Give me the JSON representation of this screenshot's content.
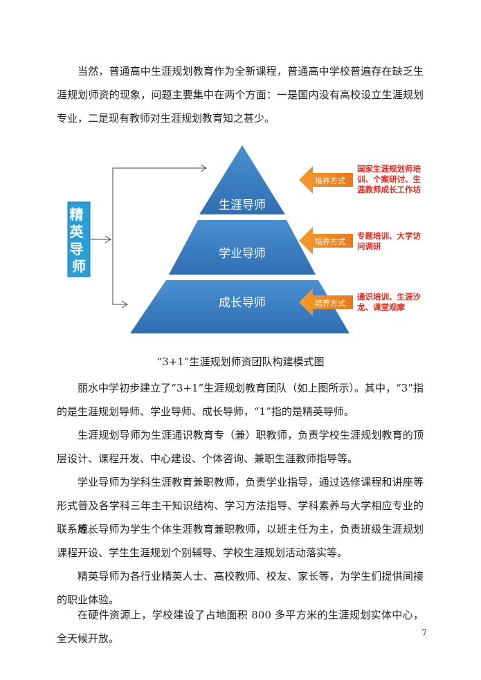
{
  "paragraphs": [
    "当然，普通高中生涯规划教育作为全新课程，普通高中学校普遍存在缺乏生涯规划师资的现象，问题主要集中在两个方面：一是国内没有高校设立生涯规划专业，二是现有教师对生涯规划教育知之甚少。",
    "丽水中学初步建立了“3+1”生涯规划教育团队（如上图所示）。其中，“3”指的是生涯规划导师、学业导师、成长导师，“1”指的是精英导师。",
    "生涯规划导师为生涯通识教育专（兼）职教师，负责学校生涯规划教育的顶层设计、课程开发、中心建设、个体咨询、兼职生涯教师指导等。",
    "学业导师为学科生涯教育兼职教师，负责学业指导，通过选修课程和讲座等形式普及各学科三年主干知识结构、学习方法指导、学科素养与大学相应专业的联系等。",
    "成长导师为学生个体生涯教育兼职教师，以班主任为主，负责班级生涯规划课程开设、学生生涯规划个别辅导、学校生涯规划活动落实等。",
    "精英导师为各行业精英人士、高校教师、校友、家长等，为学生们提供间接的职业体验。",
    "在硬件资源上，学校建设了占地面积 800 多平方米的生涯规划实体中心，全天候开放。"
  ],
  "figure": {
    "side_box": "精英导师",
    "tiers": [
      "生涯导师",
      "学业导师",
      "成长导师"
    ],
    "arrow_label": "培养方式",
    "methods": [
      [
        "国家生涯规划师培",
        "训、个案研讨、生",
        "涯教师成长工作坊"
      ],
      [
        "专题培训、大学访",
        "问调研"
      ],
      [
        "通识培训、生涯沙",
        "龙、课堂观摩"
      ]
    ],
    "caption": "“3+1”生涯规划师资团队构建模式图",
    "colors": {
      "pyramid": "#3a7fc4",
      "side_box": "#2a9fd6",
      "arrow": "#f0892a",
      "method_text": "#e02a20"
    }
  },
  "page_number": "7"
}
